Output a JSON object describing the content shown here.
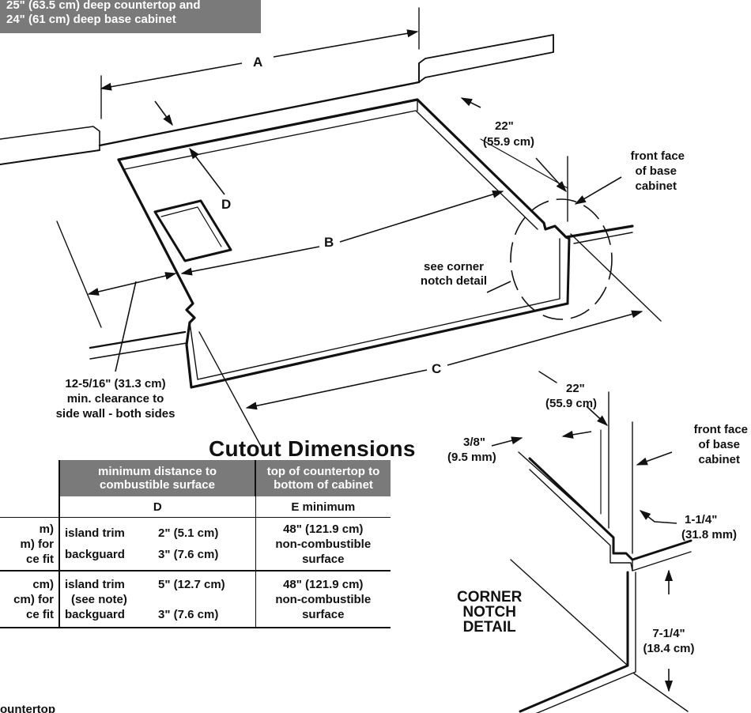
{
  "note_box": {
    "line1": "25\" (63.5 cm) deep countertop and",
    "line2": "24\" (61 cm) deep base cabinet"
  },
  "labels": {
    "A": "A",
    "B": "B",
    "C": "C",
    "D": "D",
    "depth_top_1": "22\"",
    "depth_top_2": "(55.9 cm)",
    "front_face_1": "front face",
    "front_face_2": "of base",
    "front_face_3": "cabinet",
    "see_corner_1": "see corner",
    "see_corner_2": "notch detail",
    "clearance_1": "12-5/16\" (31.3 cm)",
    "clearance_2": "min. clearance to",
    "clearance_3": "side wall - both sides"
  },
  "corner_detail": {
    "depth_1": "22\"",
    "depth_2": "(55.9 cm)",
    "front_face_1": "front face",
    "front_face_2": "of base",
    "front_face_3": "cabinet",
    "notch_1": "3/8\"",
    "notch_2": "(9.5 mm)",
    "lip_1": "1-1/4\"",
    "lip_2": "(31.8 mm)",
    "height_1": "7-1/4\"",
    "height_2": "(18.4 cm)",
    "title_1": "CORNER",
    "title_2": "NOTCH",
    "title_3": "DETAIL"
  },
  "table": {
    "heading": "Cutout Dimensions",
    "header_d_1": "minimum distance to",
    "header_d_2": "combustible surface",
    "header_e_1": "top of countertop to",
    "header_e_2": "bottom of cabinet",
    "sub_d": "D",
    "sub_e": "E  minimum",
    "rows": [
      {
        "left_1": "m)",
        "left_2": "m) for",
        "left_3": "ce fit",
        "trim_1": "island trim",
        "trim_1_val": "2\" (5.1 cm)",
        "trim_2": "backguard",
        "trim_2_val": "3\" (7.6 cm)",
        "e_1": "48\" (121.9 cm)",
        "e_2": "non-combustible",
        "e_3": "surface"
      },
      {
        "left_1": "cm)",
        "left_2": "cm) for",
        "left_3": "ce fit",
        "trim_1": "island trim",
        "trim_1_note": "(see note)",
        "trim_1_val": "5\" (12.7 cm)",
        "trim_2": "backguard",
        "trim_2_val": "3\" (7.6 cm)",
        "e_1": "48\" (121.9 cm)",
        "e_2": "non-combustible",
        "e_3": "surface"
      }
    ],
    "footer_fragment": "ountertop"
  }
}
